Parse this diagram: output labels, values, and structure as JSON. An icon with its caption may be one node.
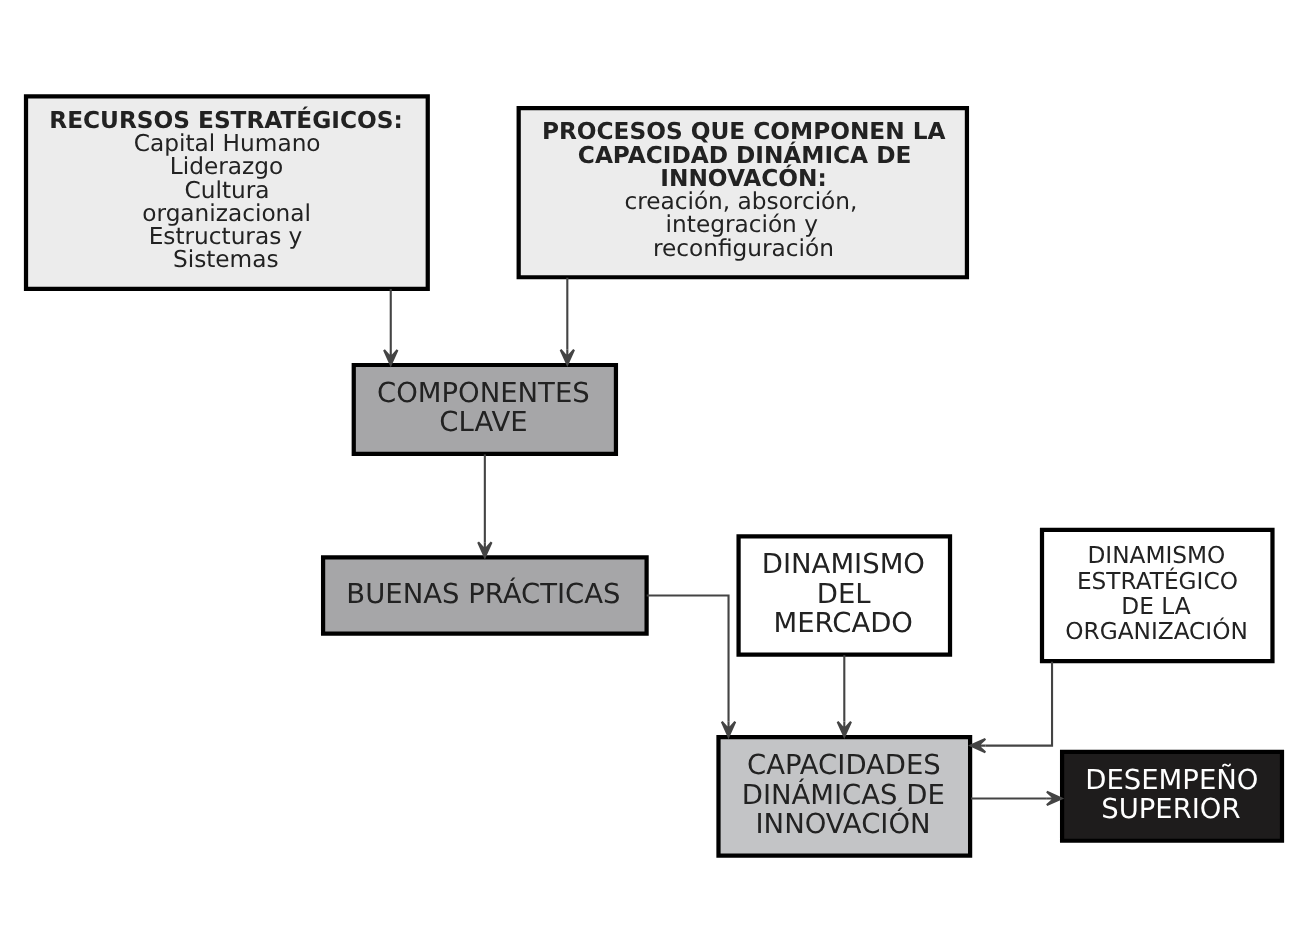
{
  "diagram": {
    "nodes": [
      {
        "text": [
          "RECURSOS ESTRATÉGICOS:",
          "Capital Humano Liderazgo Cultura organizacional Estructuras y Sistemas"
        ]
      },
      {
        "text": [
          "PROCESOS QUE COMPONEN LA CAPACIDAD DINÁMICA DE INNOVACÓN:",
          "creación, absorción, integración y reconfiguración"
        ]
      },
      {
        "text": [
          "COMPONENTES CLAVE"
        ]
      },
      {
        "text": [
          "BUENAS PRÁCTICAS"
        ]
      },
      {
        "text": [
          "DINAMISMO DEL MERCADO"
        ]
      },
      {
        "text": [
          "DINAMISMO ESTRATÉGICO DE LA ORGANIZACIÓN"
        ]
      },
      {
        "text": [
          "CAPACIDADES DINÁMICAS DE INNOVACIÓN"
        ]
      },
      {
        "text": [
          "DESEMPEÑO SUPERIOR"
        ]
      }
    ],
    "edges": [
      {
        "from": 0,
        "to": 2,
        "arrow": "to"
      },
      {
        "from": 1,
        "to": 2,
        "arrow": "to"
      },
      {
        "from": 2,
        "to": 3,
        "arrow": "to"
      },
      {
        "from": 3,
        "to": 6,
        "arrow": "to"
      },
      {
        "from": 4,
        "to": 6,
        "arrow": "to"
      },
      {
        "from": 5,
        "to": 6,
        "arrow": "to"
      },
      {
        "from": 6,
        "to": 7,
        "arrow": "to"
      }
    ]
  }
}
